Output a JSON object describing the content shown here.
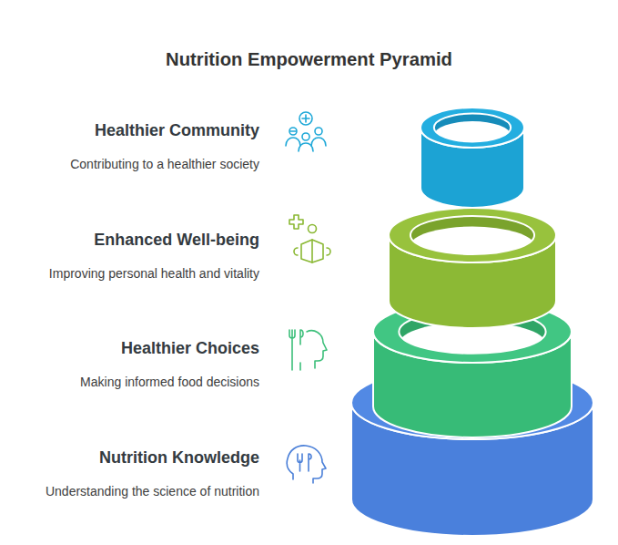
{
  "diagram": {
    "title": "Nutrition Empowerment Pyramid",
    "labels": [
      "Healthier Community",
      "Contributing to a healthier society",
      "Enhanced Well-being",
      "Improving personal health and vitality",
      "Healthier Choices",
      "Making informed food decisions",
      "Nutrition Knowledge",
      "Understanding the science of nutrition"
    ]
  }
}
